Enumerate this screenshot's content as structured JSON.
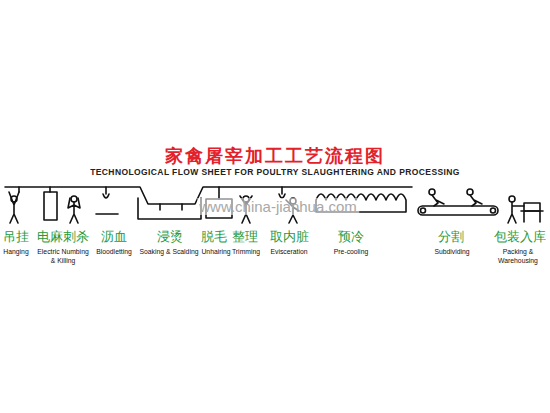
{
  "diagram": {
    "title": "家禽屠宰加工工艺流程图",
    "labels": [
      "TECHNOLOGICAL FLOW SHEET FOR POULTRY SLAUGHTERING AND PROCESSING",
      "吊挂",
      "Hanging",
      "电麻刺杀",
      "Electric Numbing & Killing",
      "沥血",
      "Bloodletting",
      "浸烫",
      "Soaking & Scalding",
      "脱毛",
      "Unhairing",
      "整理",
      "Trimming",
      "取内脏",
      "Evisceration",
      "预冷",
      "Pre-cooling",
      "分割",
      "Subdividing",
      "包装入库",
      "Packing & Warehousing",
      "www.china-jianhua.com"
    ]
  }
}
